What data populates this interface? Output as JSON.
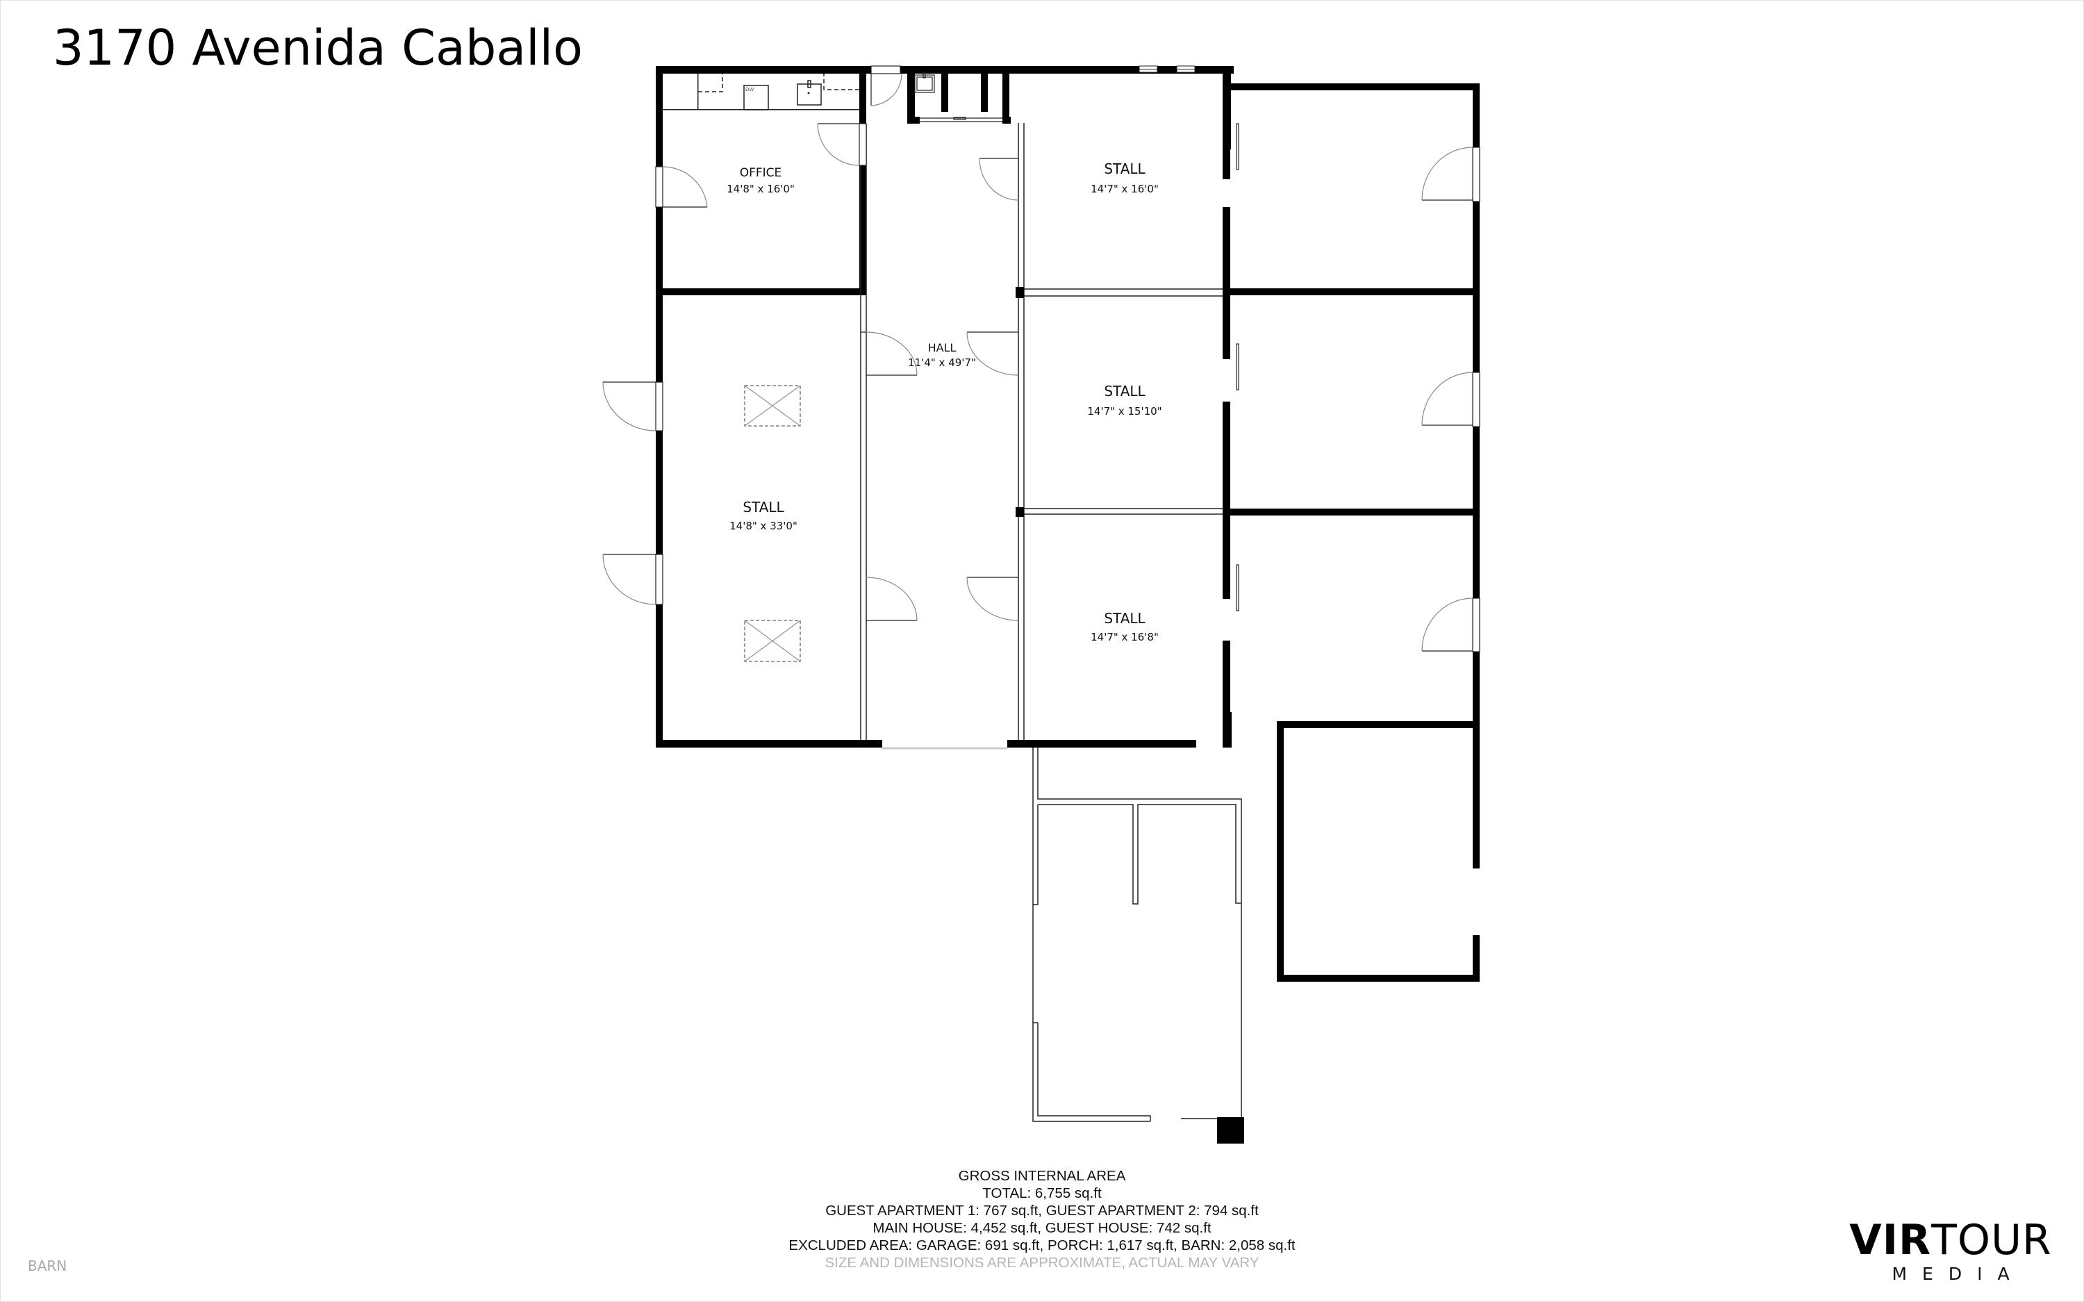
{
  "header": {
    "title": "3170 Avenida Caballo"
  },
  "rooms": [
    {
      "name": "OFFICE",
      "dims": "14'8\" x 16'0\""
    },
    {
      "name": "HALL",
      "dims": "11'4\" x 49'7\""
    },
    {
      "name": "STALL",
      "dims": "14'7\" x 16'0\""
    },
    {
      "name": "STALL",
      "dims": "14'7\" x 15'10\""
    },
    {
      "name": "STALL",
      "dims": "14'8\" x 33'0\""
    },
    {
      "name": "STALL",
      "dims": "14'7\" x 16'8\""
    }
  ],
  "fixtures": {
    "dishwasher_label": "DW"
  },
  "area_summary": {
    "heading": "GROSS INTERNAL AREA",
    "total": "TOTAL: 6,755 sq.ft",
    "line_guest_apartments": "GUEST APARTMENT 1: 767 sq.ft, GUEST APARTMENT 2: 794 sq.ft",
    "line_main_guest_house": "MAIN HOUSE: 4,452 sq.ft, GUEST HOUSE: 742 sq.ft",
    "line_excluded": "EXCLUDED AREA: GARAGE: 691 sq.ft, PORCH: 1,617 sq.ft, BARN: 2,058 sq.ft",
    "disclaimer": "SIZE AND DIMENSIONS ARE APPROXIMATE, ACTUAL MAY VARY"
  },
  "footer": {
    "floor_name": "BARN"
  },
  "logo": {
    "mark_bold": "VIR",
    "mark_light": "TOUR",
    "sub": "MEDIA"
  },
  "colors": {
    "wall": "#000000",
    "thin_line": "#222222",
    "door_arc": "#777777",
    "disclaimer": "#b5b5b5",
    "floor_label": "#a8a8a8"
  }
}
